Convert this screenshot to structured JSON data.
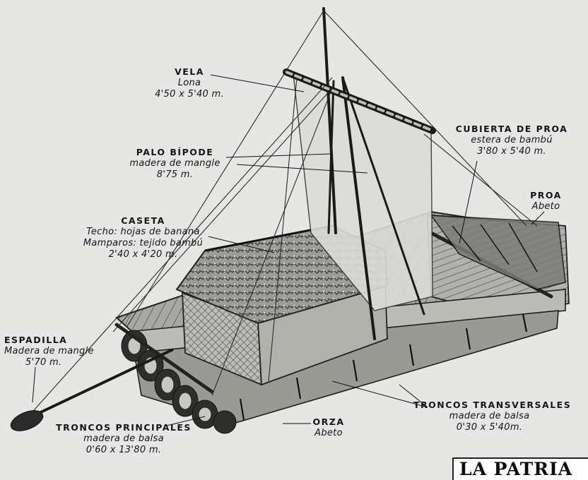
{
  "labels": {
    "vela": {
      "title": "VELA",
      "lines": [
        "Lona",
        "4'50 x 5'40 m."
      ]
    },
    "cubierta": {
      "title": "CUBIERTA DE PROA",
      "lines": [
        "estera de bambú",
        "3'80 x 5'40 m."
      ]
    },
    "palo": {
      "title": "PALO BÍPODE",
      "lines": [
        "madera de mangle",
        "8'75 m."
      ]
    },
    "proa": {
      "title": "PROA",
      "lines": [
        "Abeto"
      ]
    },
    "caseta": {
      "title": "CASETA",
      "lines": [
        "Techo: hojas de banana",
        "Mamparos: tejido bambú",
        "2'40 x 4'20 m."
      ]
    },
    "espadilla": {
      "title": "ESPADILLA",
      "lines": [
        "Madera de mangle",
        "5'70 m."
      ]
    },
    "troncos_principales": {
      "title": "TRONCOS PRINCIPALES",
      "lines": [
        "madera de balsa",
        "0'60 x 13'80 m."
      ]
    },
    "orza": {
      "title": "ORZA",
      "lines": [
        "Abeto"
      ]
    },
    "troncos_transversales": {
      "title": "TRONCOS TRANSVERSALES",
      "lines": [
        "madera de balsa",
        "0'30 x 5'40m."
      ]
    }
  },
  "logo": {
    "text": "LA PATRIA"
  },
  "colors": {
    "paper": "#e6e6e4",
    "ink": "#151515",
    "wood": "#8a8a86",
    "wood_dark": "#3a3a38"
  }
}
